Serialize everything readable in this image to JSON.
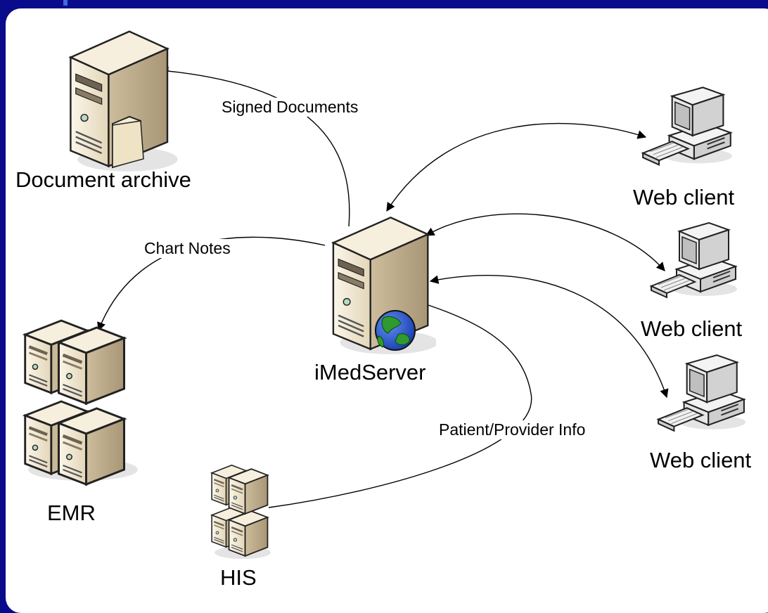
{
  "nodes": {
    "archive": "Document archive",
    "server": "iMedServer",
    "emr": "EMR",
    "his": "HIS",
    "clients": [
      "Web client",
      "Web client",
      "Web client"
    ]
  },
  "edges": {
    "signed": "Signed Documents",
    "chart": "Chart Notes",
    "patient": "Patient/Provider Info"
  },
  "colors": {
    "background": "#0a0a8c",
    "panel": "#ffffff",
    "server_light": "#f1e9d6",
    "server_side": "#c2b293",
    "server_dark": "#8f7f63",
    "globe_ocean": "#1d4fd0",
    "globe_land": "#2f9a2f",
    "folder": "#f5edd8"
  }
}
